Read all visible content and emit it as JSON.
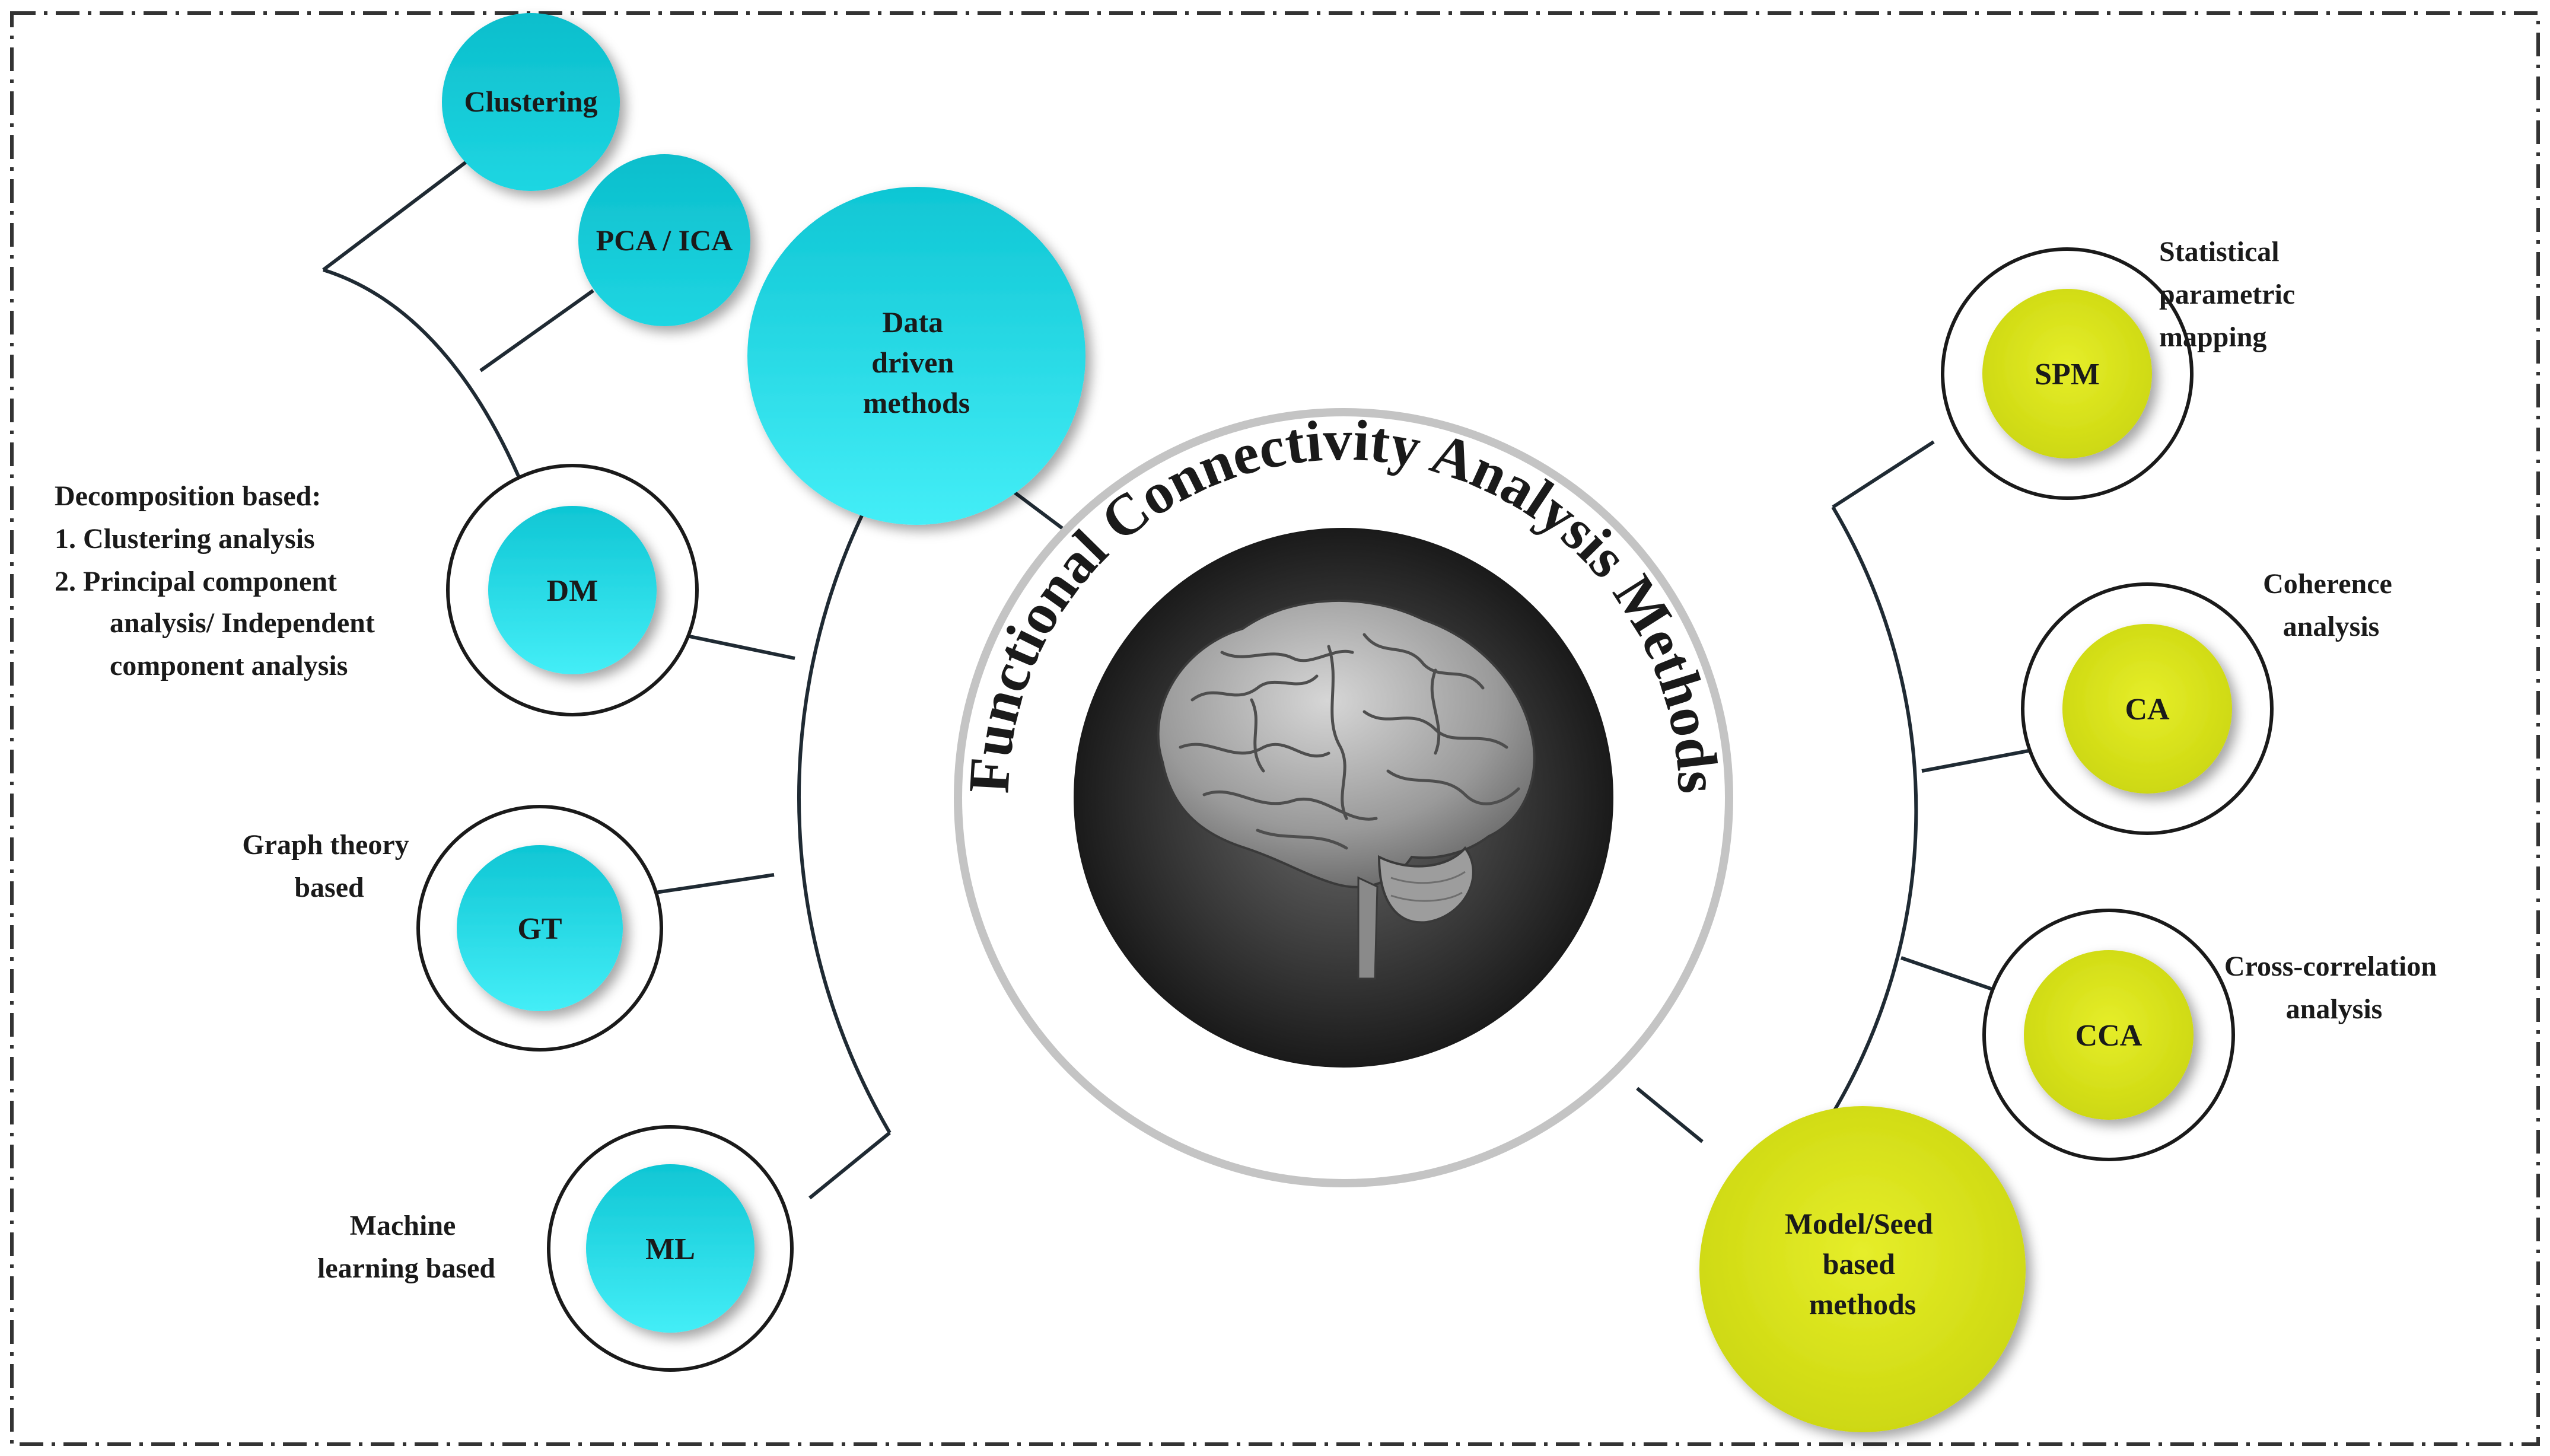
{
  "title": "Functional Connectivity Analysis Methods",
  "colors": {
    "cyan": "#2bdbe8",
    "cyan_dark": "#0fc4d2",
    "yellow": "#dbe61f",
    "ring_gray": "#c4c4c4",
    "line": "#1f2a33"
  },
  "data_driven": {
    "label_lines": [
      "Data",
      "driven",
      "methods"
    ],
    "children": {
      "dm": {
        "abbr": "DM",
        "description_lines": [
          "Decomposition based:",
          "1.   Clustering analysis",
          "2.   Principal component",
          "analysis/ Independent",
          "component analysis"
        ],
        "sub": {
          "clustering": "Clustering",
          "pca_ica": "PCA / ICA"
        }
      },
      "gt": {
        "abbr": "GT",
        "description_lines": [
          "Graph theory",
          "based"
        ]
      },
      "ml": {
        "abbr": "ML",
        "description_lines": [
          "Machine",
          "learning based"
        ]
      }
    }
  },
  "model_seed": {
    "label_lines": [
      "Model/Seed",
      "based",
      "methods"
    ],
    "children": {
      "spm": {
        "abbr": "SPM",
        "description_lines": [
          "Statistical",
          "parametric",
          "mapping"
        ]
      },
      "ca": {
        "abbr": "CA",
        "description_lines": [
          "Coherence",
          "analysis"
        ]
      },
      "cca": {
        "abbr": "CCA",
        "description_lines": [
          "Cross-correlation",
          "analysis"
        ]
      }
    }
  }
}
